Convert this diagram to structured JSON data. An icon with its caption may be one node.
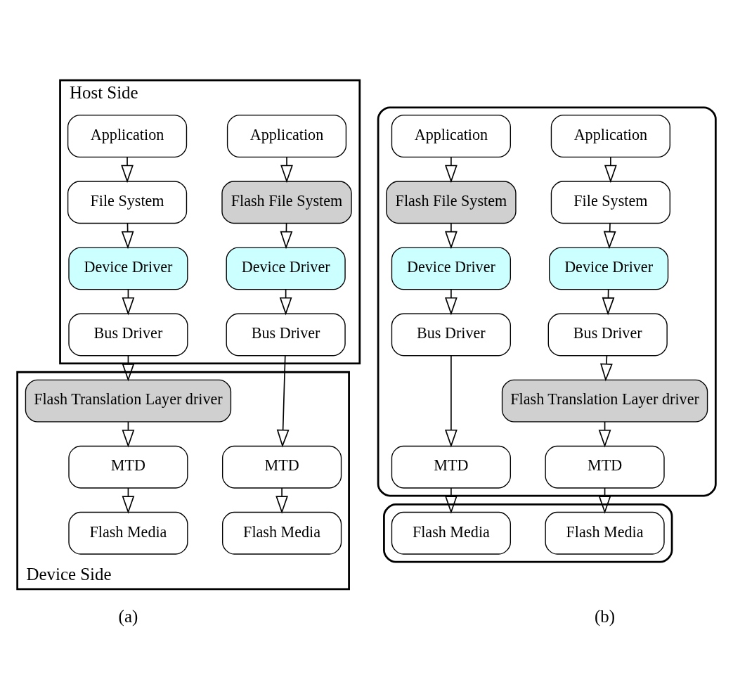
{
  "diagram": {
    "nodes": [
      {
        "text": [
          "Host Side"
        ]
      },
      {
        "text": [
          "Application"
        ],
        "in": 0
      },
      {
        "text": [
          "Application"
        ],
        "in": 0
      },
      {
        "text": [
          "File System"
        ],
        "in": 0
      },
      {
        "text": [
          "Flash File System"
        ],
        "in": 0
      },
      {
        "text": [
          "Device Driver"
        ],
        "in": 0
      },
      {
        "text": [
          "Device Driver"
        ],
        "in": 0
      },
      {
        "text": [
          "Bus Driver"
        ],
        "in": 0
      },
      {
        "text": [
          "Bus Driver"
        ],
        "in": 0
      },
      {
        "text": [
          "Device Side"
        ]
      },
      {
        "text": [
          "Flash Translation Layer driver"
        ],
        "in": 9
      },
      {
        "text": [
          "MTD"
        ],
        "in": 9
      },
      {
        "text": [
          "MTD"
        ],
        "in": 9
      },
      {
        "text": [
          "Flash Media"
        ],
        "in": 9
      },
      {
        "text": [
          "Flash Media"
        ],
        "in": 9
      },
      {
        "text": [],
        "shape": "box"
      },
      {
        "text": [
          "Application"
        ],
        "in": 15
      },
      {
        "text": [
          "Application"
        ],
        "in": 15
      },
      {
        "text": [
          "File System"
        ],
        "in": 15
      },
      {
        "text": [
          "Flash File System"
        ],
        "in": 15
      },
      {
        "text": [
          "Device Driver"
        ],
        "in": 15
      },
      {
        "text": [
          "Device Driver"
        ],
        "in": 15
      },
      {
        "text": [
          "Bus Driver"
        ],
        "in": 15
      },
      {
        "text": [
          "Bus Driver"
        ],
        "in": 15
      },
      {
        "text": [
          "Flash Translation Layer driver"
        ],
        "in": 15
      },
      {
        "text": [
          "MTD"
        ],
        "in": 15
      },
      {
        "text": [
          "MTD"
        ],
        "in": 15
      },
      {
        "text": [],
        "shape": "box"
      },
      {
        "text": [
          "Flash Media"
        ],
        "in": 27
      },
      {
        "text": [
          "Flash Media"
        ],
        "in": 27
      }
    ],
    "edges": [
      {
        "from": 1,
        "to": 3,
        "arrow": "to"
      },
      {
        "from": 3,
        "to": 5,
        "arrow": "to"
      },
      {
        "from": 5,
        "to": 7,
        "arrow": "to"
      },
      {
        "from": 7,
        "to": 10,
        "arrow": "to"
      },
      {
        "from": 10,
        "to": 11,
        "arrow": "to"
      },
      {
        "from": 11,
        "to": 13,
        "arrow": "to"
      },
      {
        "from": 2,
        "to": 4,
        "arrow": "to"
      },
      {
        "from": 4,
        "to": 6,
        "arrow": "to"
      },
      {
        "from": 6,
        "to": 8,
        "arrow": "to"
      },
      {
        "from": 8,
        "to": 12,
        "arrow": "to"
      },
      {
        "from": 12,
        "to": 14,
        "arrow": "to"
      },
      {
        "from": 16,
        "to": 18,
        "arrow": "to"
      },
      {
        "from": 18,
        "to": 20,
        "arrow": "to"
      },
      {
        "from": 20,
        "to": 22,
        "arrow": "to"
      },
      {
        "from": 22,
        "to": 24,
        "arrow": "to"
      },
      {
        "from": 24,
        "to": 25,
        "arrow": "to"
      },
      {
        "from": 25,
        "to": 28,
        "arrow": "to"
      },
      {
        "from": 17,
        "to": 19,
        "arrow": "to"
      },
      {
        "from": 19,
        "to": 21,
        "arrow": "to"
      },
      {
        "from": 21,
        "to": 23,
        "arrow": "to"
      },
      {
        "from": 23,
        "to": 26,
        "arrow": "to"
      },
      {
        "from": 26,
        "to": 29,
        "arrow": "to"
      }
    ],
    "labels": [
      "(a)",
      "(b)"
    ]
  }
}
